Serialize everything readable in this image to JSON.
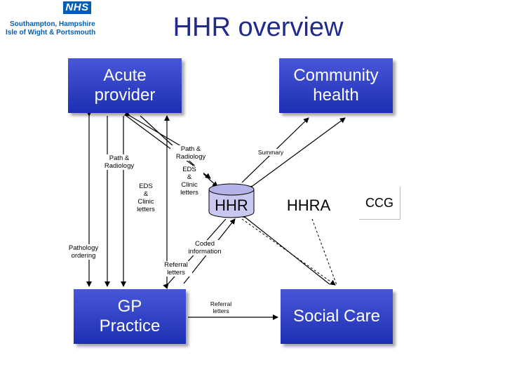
{
  "header": {
    "logo_text": "NHS",
    "org_line1": "Southampton, Hampshire",
    "org_line2": "Isle of Wight & Portsmouth",
    "title": "HHR overview"
  },
  "nodes": {
    "acute": "Acute\nprovider",
    "community": "Community\nhealth",
    "gp": "GP\nPractice",
    "social": "Social Care",
    "hhr": "HHR",
    "hhra": "HHRA",
    "ccg": "CCG"
  },
  "labels": {
    "path_radiology_left": "Path &\nRadiology",
    "eds_left": "EDS\n&\nClinic\nletters",
    "path_radiology_mid": "Path &\nRadiology",
    "eds_mid": "EDS\n&\nClinic\nletters",
    "summary": "Summary",
    "pathology_ordering": "Pathology\nordering",
    "coded_information": "Coded\ninformation",
    "referral_letters_mid": "Referral\nletters",
    "referral_letters_bottom": "Referral\nletters"
  },
  "colors": {
    "nhs_blue": "#005eb8",
    "title_blue": "#1f2a8a",
    "box_blue": "#2233a8",
    "cylinder_fill": "#c8c8f0"
  }
}
